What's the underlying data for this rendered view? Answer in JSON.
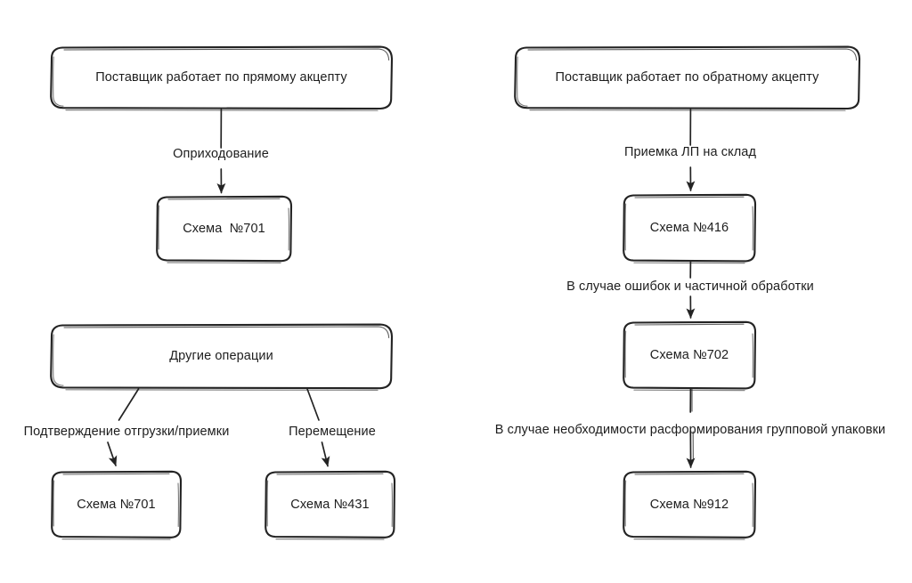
{
  "diagram": {
    "type": "flowchart",
    "style": "hand-drawn sketch",
    "background_color": "#ffffff",
    "stroke_color": "#232323",
    "text_color": "#1d1d1d",
    "columns": [
      {
        "name": "left-column",
        "flows": [
          {
            "name": "direct-acceptance-flow",
            "root": "Поставщик работает по прямому акцепту",
            "branches": [
              {
                "edge_label": "Оприходование",
                "target": "Схема  №701"
              }
            ]
          },
          {
            "name": "other-operations-flow",
            "root": "Другие операции",
            "branches": [
              {
                "edge_label": "Подтверждение отгрузки/приемки",
                "target": "Схема №701"
              },
              {
                "edge_label": "Перемещение",
                "target": "Схема №431"
              }
            ]
          }
        ]
      },
      {
        "name": "right-column",
        "flows": [
          {
            "name": "reverse-acceptance-flow",
            "root": "Поставщик работает по обратному акцепту",
            "branches": [
              {
                "edge_label": "Приемка ЛП на склад",
                "target": "Схема №416"
              },
              {
                "edge_label": "В случае ошибок и частичной обработки",
                "target": "Схема №702"
              },
              {
                "edge_label": "В случае необходимости расформирования групповой упаковки",
                "target": "Схема №912"
              }
            ]
          }
        ]
      }
    ],
    "nodes": {
      "supplier_direct": "Поставщик работает по прямому акцепту",
      "scheme_701_direct": "Схема  №701",
      "other_operations": "Другие операции",
      "scheme_701_other": "Схема №701",
      "scheme_431": "Схема №431",
      "supplier_reverse": "Поставщик работает по обратному акцепту",
      "scheme_416": "Схема №416",
      "scheme_702": "Схема №702",
      "scheme_912": "Схема №912"
    },
    "edges": {
      "posting": "Оприходование",
      "shipment_confirmation": "Подтверждение отгрузки/приемки",
      "movement": "Перемещение",
      "acceptance_to_warehouse": "Приемка ЛП на склад",
      "errors_partial": "В случае ошибок и частичной обработки",
      "group_package_disband": "В случае необходимости расформирования групповой упаковки"
    }
  }
}
